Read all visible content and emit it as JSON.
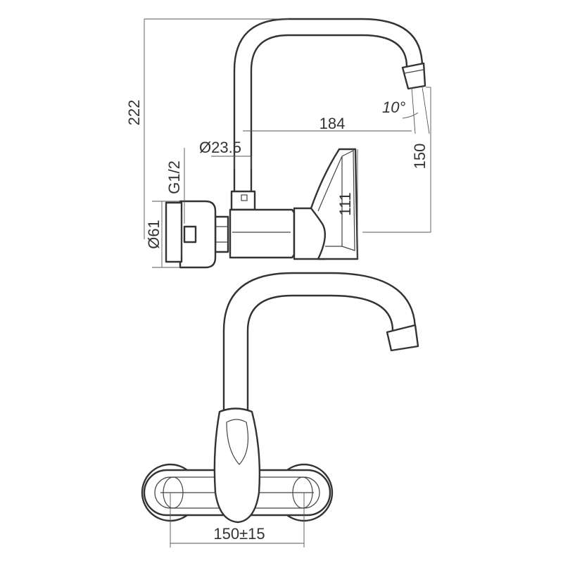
{
  "dimensions": {
    "total_height": "222",
    "spout_reach": "184",
    "spout_diameter": "Ø23.5",
    "spout_height": "150",
    "body_height": "111",
    "outlet_angle": "10°",
    "thread": "G1/2",
    "flange_diameter": "Ø61",
    "center_distance": "150±15"
  }
}
